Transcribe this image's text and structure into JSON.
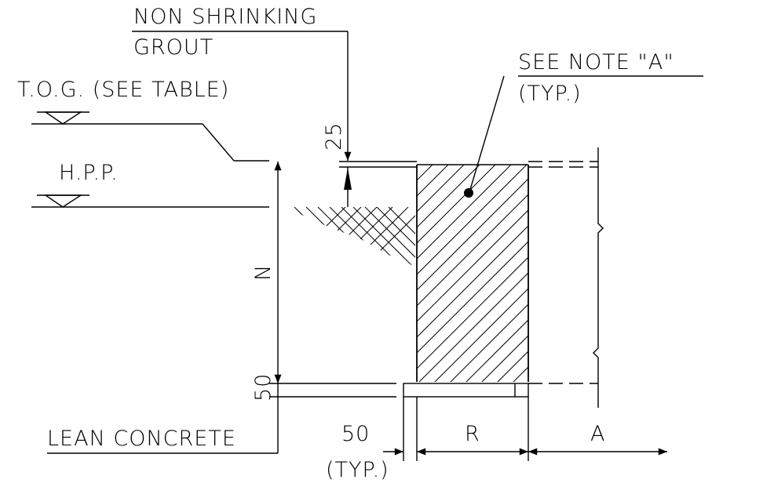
{
  "labels": {
    "grout_line1": "NON SHRINKING",
    "grout_line2": "GROUT",
    "note_line1": "SEE NOTE \"A\"",
    "note_line2": "(TYP.)",
    "tog": "T.O.G. (SEE TABLE)",
    "hpp": "H.P.P.",
    "lean_concrete": "LEAN CONCRETE",
    "dim_grout": "25",
    "dim_n": "N",
    "dim_lean": "50",
    "dim_offset": "50",
    "dim_offset_note": "(TYP.)",
    "dim_r": "R",
    "dim_a": "A"
  }
}
